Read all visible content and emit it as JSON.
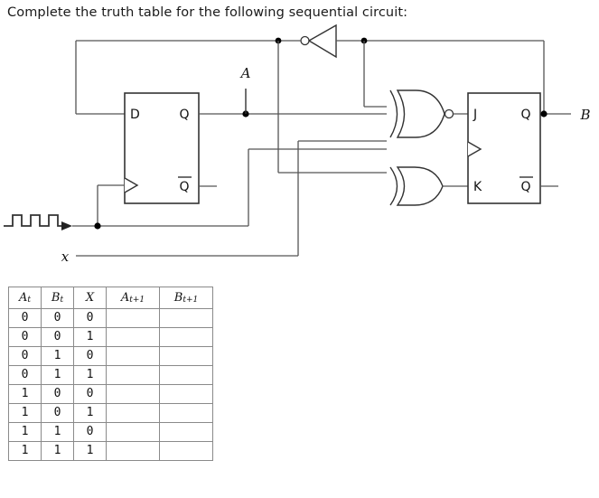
{
  "prompt": "Complete the truth table for the following sequential circuit:",
  "circuit": {
    "labels": {
      "a_output": "A",
      "b_output": "B",
      "x_input": "x",
      "d_ff": {
        "d_input": "D",
        "q_output": "Q",
        "qbar_output": "Q"
      },
      "jk_ff": {
        "j_input": "J",
        "k_input": "K",
        "q_output": "Q",
        "qbar_output": "Q"
      }
    },
    "components": [
      "d-flip-flop",
      "jk-flip-flop",
      "inverter-gate",
      "xnor-gate",
      "xor-gate",
      "clock-source"
    ]
  },
  "truth_table": {
    "headers": [
      {
        "base": "A",
        "sub": "t"
      },
      {
        "base": "B",
        "sub": "t"
      },
      {
        "base": "X",
        "sub": ""
      },
      {
        "base": "A",
        "sub": "t+1"
      },
      {
        "base": "B",
        "sub": "t+1"
      }
    ],
    "rows": [
      {
        "a": "0",
        "b": "0",
        "x": "0",
        "a_next": "",
        "b_next": ""
      },
      {
        "a": "0",
        "b": "0",
        "x": "1",
        "a_next": "",
        "b_next": ""
      },
      {
        "a": "0",
        "b": "1",
        "x": "0",
        "a_next": "",
        "b_next": ""
      },
      {
        "a": "0",
        "b": "1",
        "x": "1",
        "a_next": "",
        "b_next": ""
      },
      {
        "a": "1",
        "b": "0",
        "x": "0",
        "a_next": "",
        "b_next": ""
      },
      {
        "a": "1",
        "b": "0",
        "x": "1",
        "a_next": "",
        "b_next": ""
      },
      {
        "a": "1",
        "b": "1",
        "x": "0",
        "a_next": "",
        "b_next": ""
      },
      {
        "a": "1",
        "b": "1",
        "x": "1",
        "a_next": "",
        "b_next": ""
      }
    ]
  },
  "colors": {
    "background": "#ffffff",
    "text": "#1a1a1a",
    "wire": "#555555",
    "outline": "#333333",
    "table_border": "#8a8a8a"
  }
}
